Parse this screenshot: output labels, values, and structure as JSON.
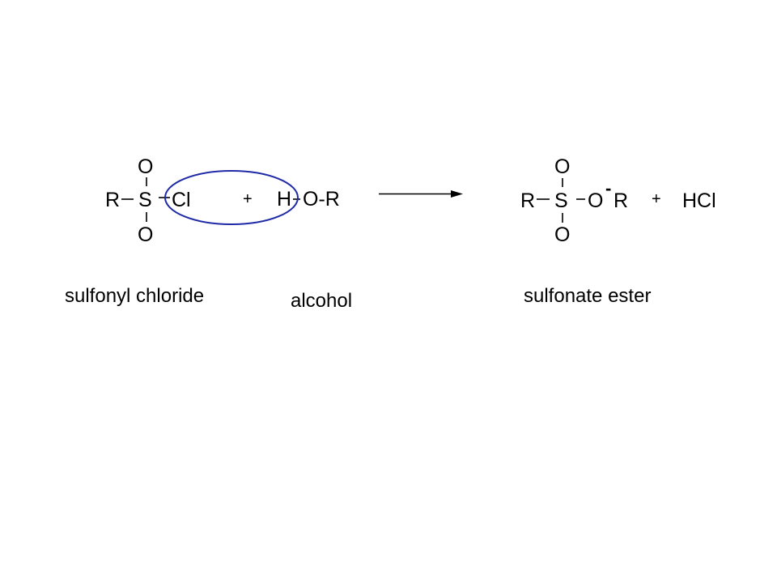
{
  "reactant1": {
    "r": "R",
    "s": "S",
    "o_top": "O",
    "o_bottom": "O",
    "cl": "Cl",
    "name": "sulfonyl chloride"
  },
  "plus1": "+",
  "reactant2": {
    "h": "H",
    "or": "O-R",
    "name": "alcohol"
  },
  "product1": {
    "r": "R",
    "s": "S",
    "o_top": "O",
    "o_bottom": "O",
    "o_ester": "O",
    "charge": "-",
    "r_ester": "R",
    "name": "sulfonate ester"
  },
  "plus2": "+",
  "product2": {
    "formula": "HCl"
  },
  "colors": {
    "highlight_ellipse": "#1f2aa6",
    "arrow": "#000000",
    "text": "#000000"
  }
}
